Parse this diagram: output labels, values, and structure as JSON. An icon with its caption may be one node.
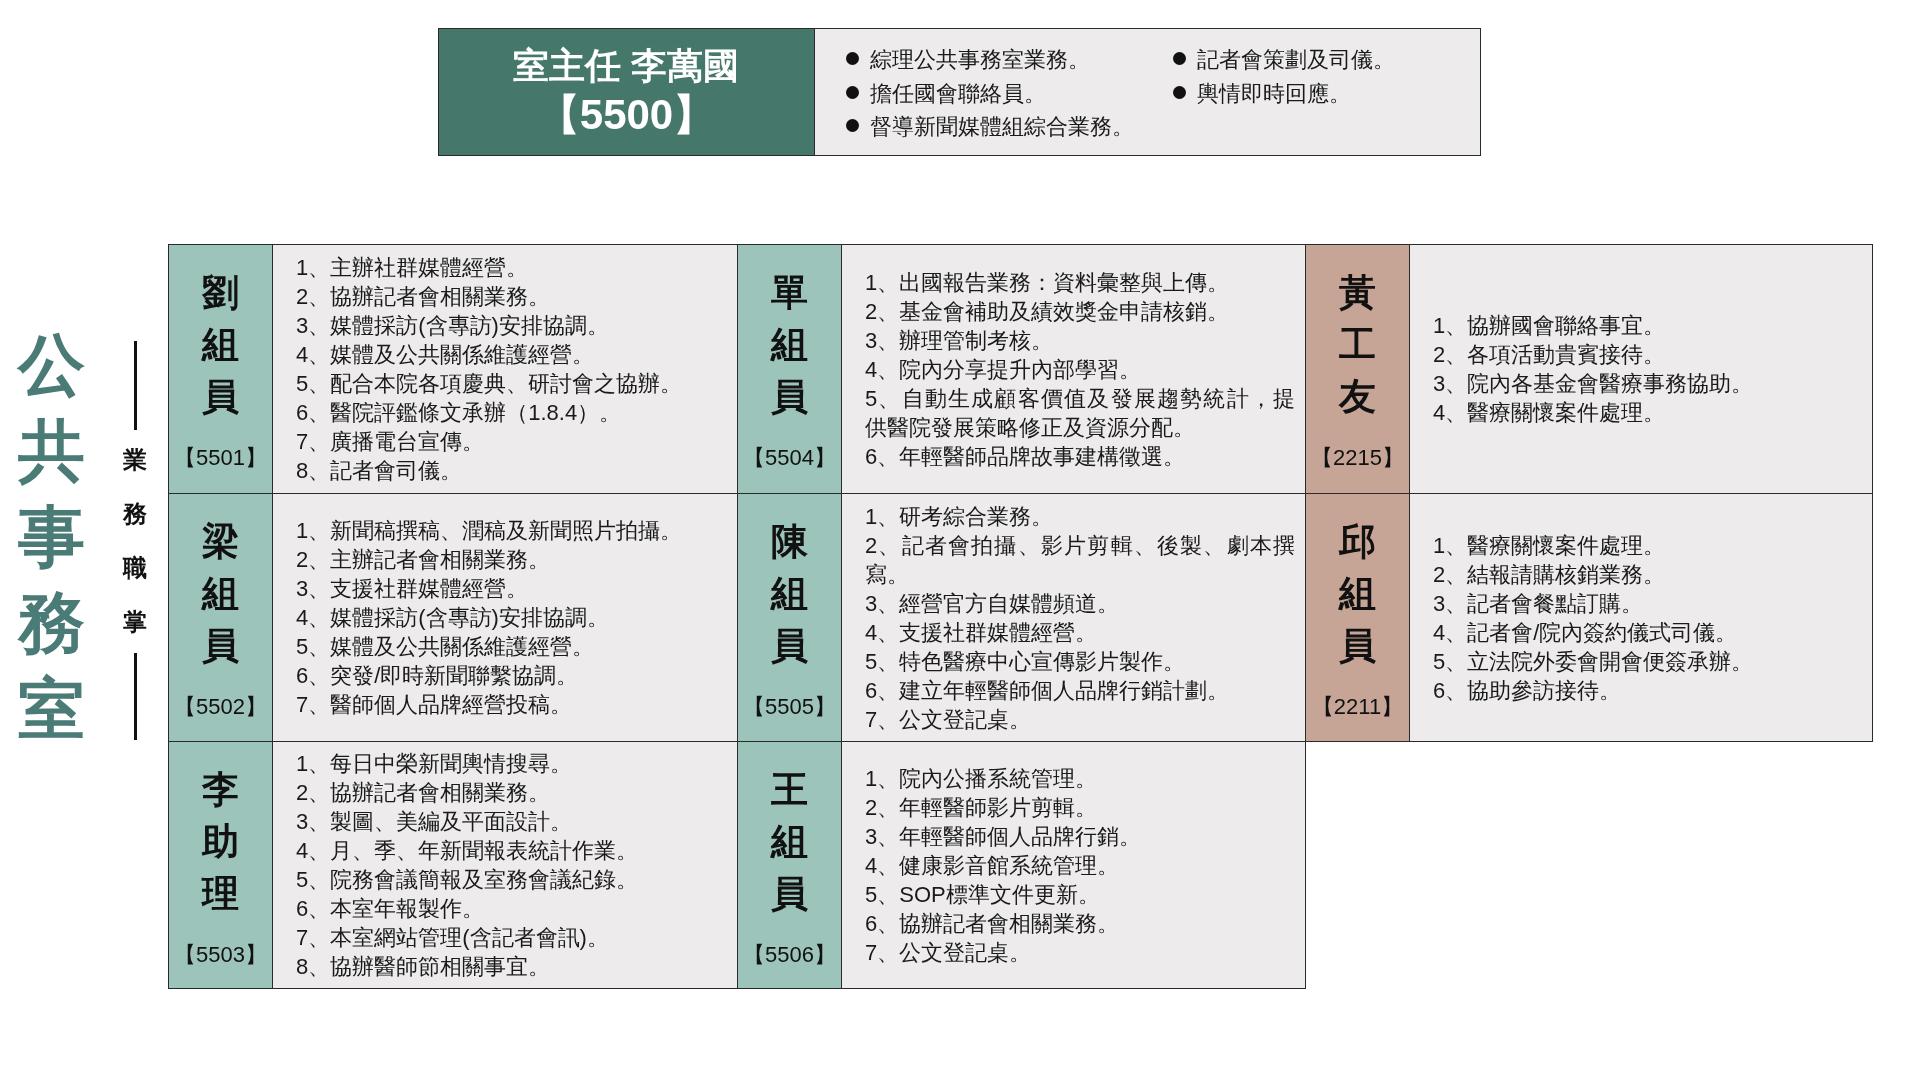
{
  "diagram": {
    "title": "公共事務室",
    "nodes": [
      {
        "text": [
          "室主任 李萬國",
          "【5500】"
        ]
      },
      {
        "text": [
          "綜理公共事務室業務。",
          "擔任國會聯絡員。",
          "督導新聞媒體組綜合業務。",
          "記者會策劃及司儀。",
          "輿情即時回應。"
        ]
      },
      {
        "text": [
          "劉組員",
          "【5501】"
        ]
      },
      {
        "text": [
          "1、主辦社群媒體經營。",
          "2、協辦記者會相關業務。",
          "3、媒體採訪(含專訪)安排協調。",
          "4、媒體及公共關係維護經營。",
          "5、配合本院各項慶典、研討會之協辦。",
          "6、醫院評鑑條文承辦（1.8.4）。",
          "7、廣播電台宣傳。",
          "8、記者會司儀。"
        ]
      },
      {
        "text": [
          "梁組員",
          "【5502】"
        ]
      },
      {
        "text": [
          "1、新聞稿撰稿、潤稿及新聞照片拍攝。",
          "2、主辦記者會相關業務。",
          "3、支援社群媒體經營。",
          "4、媒體採訪(含專訪)安排協調。",
          "5、媒體及公共關係維護經營。",
          "6、突發/即時新聞聯繫協調。",
          "7、醫師個人品牌經營投稿。"
        ]
      },
      {
        "text": [
          "李助理",
          "【5503】"
        ]
      },
      {
        "text": [
          "1、每日中榮新聞輿情搜尋。",
          "2、協辦記者會相關業務。",
          "3、製圖、美編及平面設計。",
          "4、月、季、年新聞報表統計作業。",
          "5、院務會議簡報及室務會議紀錄。",
          "6、本室年報製作。",
          "7、本室網站管理(含記者會訊)。",
          "8、協辦醫師節相關事宜。"
        ]
      },
      {
        "text": [
          "單組員",
          "【5504】"
        ]
      },
      {
        "text": [
          "1、出國報告業務：資料彙整與上傳。",
          "2、基金會補助及績效獎金申請核銷。",
          "3、辦理管制考核。",
          "4、院內分享提升內部學習。",
          "5、自動生成顧客價值及發展趨勢統計，提供醫院發展策略修正及資源分配。",
          "6、年輕醫師品牌故事建構徵選。"
        ]
      },
      {
        "text": [
          "陳組員",
          "【5505】"
        ]
      },
      {
        "text": [
          "1、研考綜合業務。",
          "2、記者會拍攝、影片剪輯、後製、劇本撰寫。",
          "3、經營官方自媒體頻道。",
          "4、支援社群媒體經營。",
          "5、特色醫療中心宣傳影片製作。",
          "6、建立年輕醫師個人品牌行銷計劃。",
          "7、公文登記桌。"
        ]
      },
      {
        "text": [
          "王組員",
          "【5506】"
        ]
      },
      {
        "text": [
          "1、院內公播系統管理。",
          "2、年輕醫師影片剪輯。",
          "3、年輕醫師個人品牌行銷。",
          "4、健康影音館系統管理。",
          "5、SOP標準文件更新。",
          "6、協辦記者會相關業務。",
          "7、公文登記桌。"
        ]
      },
      {
        "text": [
          "黃工友",
          "【2215】"
        ]
      },
      {
        "text": [
          "1、協辦國會聯絡事宜。",
          "2、各項活動貴賓接待。",
          "3、院內各基金會醫療事務協助。",
          "4、醫療關懷案件處理。"
        ]
      },
      {
        "text": [
          "邱組員",
          "【2211】"
        ]
      },
      {
        "text": [
          "1、醫療關懷案件處理。",
          "2、結報請購核銷業務。",
          "3、記者會餐點訂購。",
          "4、記者會/院內簽約儀式司儀。",
          "5、立法院外委會開會便簽承辦。",
          "6、協助參訪接待。"
        ]
      }
    ],
    "labels": [
      "業務職掌"
    ]
  }
}
